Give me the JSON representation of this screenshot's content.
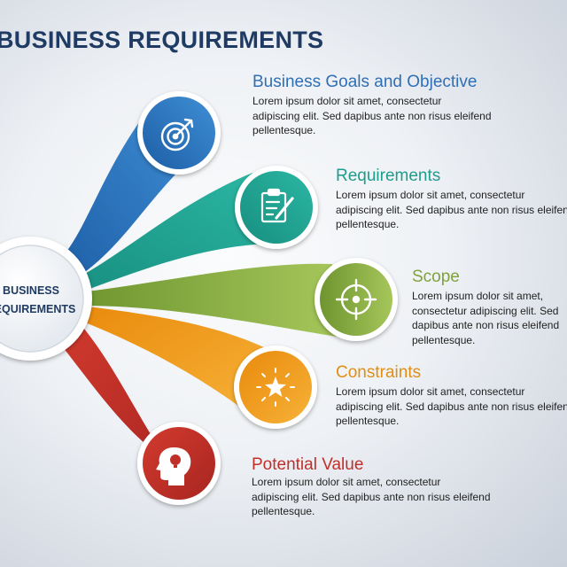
{
  "title": "BUSINESS REQUIREMENTS",
  "center": {
    "line1": "BUSINESS",
    "line2": "REQUIREMENTS"
  },
  "items": [
    {
      "heading": "Business Goals and Objective",
      "body": "Lorem ipsum dolor sit amet, consectetur adipiscing elit. Sed dapibus ante non risus eleifend pellentesque.",
      "color": "#2f6fb6",
      "icon": "target-arrow-icon"
    },
    {
      "heading": "Requirements",
      "body": "Lorem ipsum dolor sit amet, consectetur adipiscing elit. Sed dapibus ante non risus eleifend pellentesque.",
      "color": "#1e9c8c",
      "icon": "clipboard-pencil-icon"
    },
    {
      "heading": "Scope",
      "body": "Lorem ipsum dolor sit amet, consectetur adipiscing elit. Sed dapibus ante non risus eleifend pellentesque.",
      "color": "#7fa23a",
      "icon": "crosshair-icon"
    },
    {
      "heading": "Constraints",
      "body": "Lorem ipsum dolor sit amet, consectetur adipiscing elit. Sed dapibus ante non risus eleifend pellentesque.",
      "color": "#e08f12",
      "icon": "star-burst-icon"
    },
    {
      "heading": "Potential Value",
      "body": "Lorem ipsum dolor sit amet, consectetur adipiscing elit. Sed dapibus ante non risus eleifend pellentesque.",
      "color": "#c0302a",
      "icon": "head-bulb-icon"
    }
  ]
}
